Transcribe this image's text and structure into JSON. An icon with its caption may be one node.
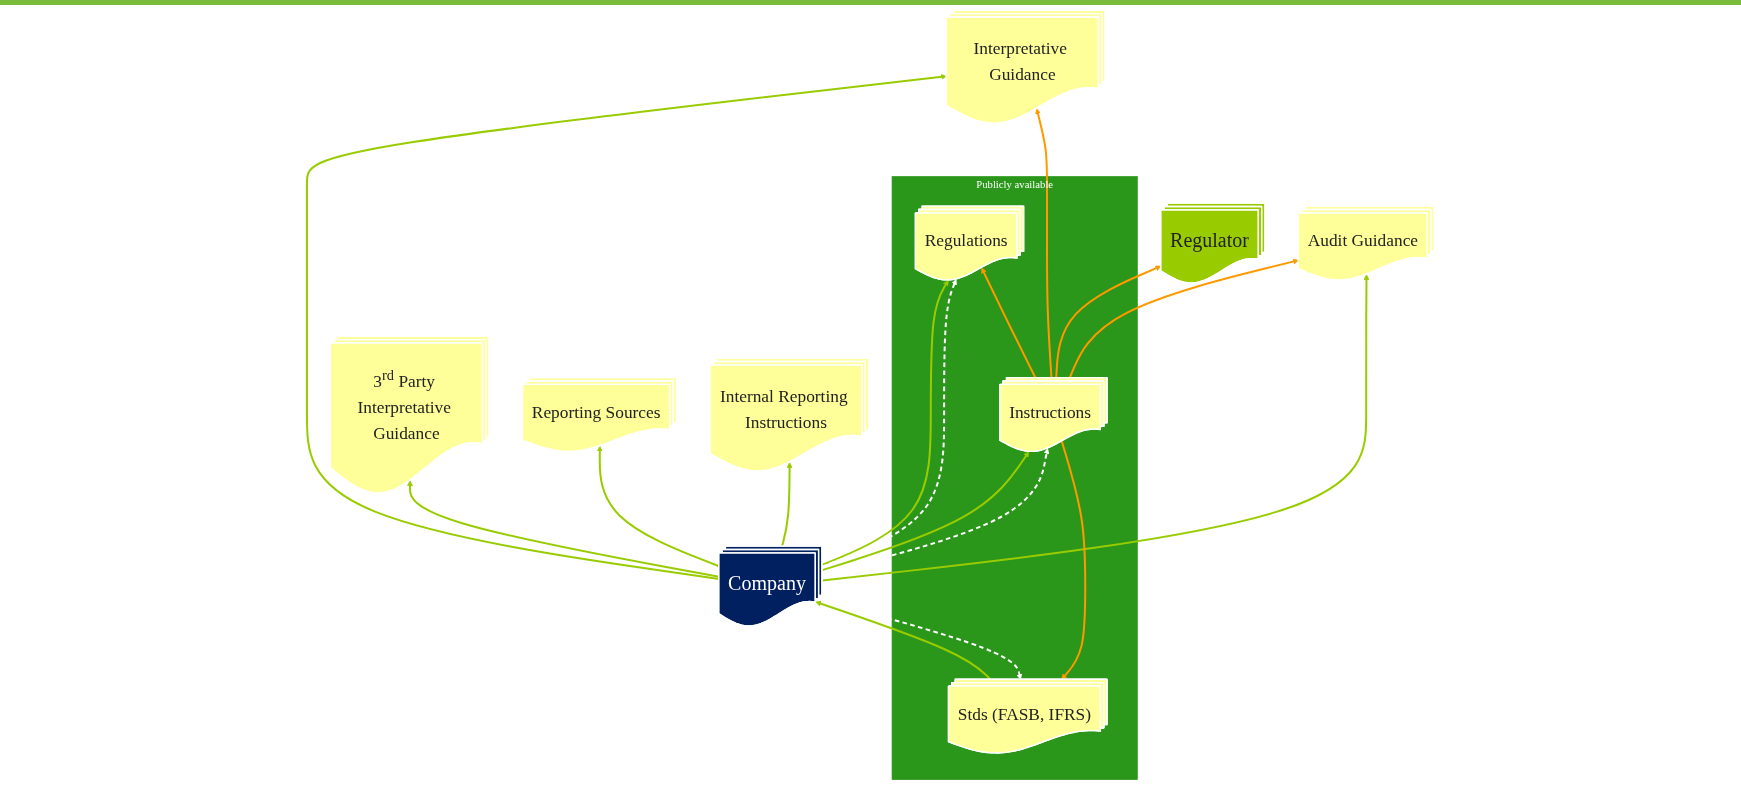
{
  "diagram": {
    "nodes": [
      {
        "text": [
          "Publicly available"
        ]
      },
      {
        "text": [
          "Stds (FASB, IFRS)"
        ],
        "in": 0
      },
      {
        "text": [
          "Regulations"
        ],
        "in": 0
      },
      {
        "text": [
          "Instructions"
        ],
        "in": 0
      },
      {
        "text": [
          "3$^{rd}$ Party Interpretative Guidance"
        ]
      },
      {
        "text": [
          "Reporting Sources"
        ]
      },
      {
        "text": [
          "Internal Reporting Instructions"
        ]
      },
      {
        "text": [
          "Interpretative Guidance"
        ]
      },
      {
        "text": [
          "Audit Guidance"
        ]
      },
      {
        "text": [
          "Company"
        ]
      },
      {
        "text": [
          "Regulator"
        ]
      }
    ],
    "edges": [
      {
        "from": 9,
        "to": 4,
        "arrow": "to"
      },
      {
        "from": 9,
        "to": 5,
        "arrow": "to"
      },
      {
        "from": 9,
        "to": 6,
        "arrow": "to"
      },
      {
        "from": 1,
        "to": 9,
        "arrow": "to"
      },
      {
        "from": 9,
        "to": 2,
        "arrow": "to"
      },
      {
        "from": 9,
        "to": 3,
        "arrow": "to"
      },
      {
        "from": 9,
        "to": 7,
        "arrow": "to"
      },
      {
        "from": 9,
        "to": 8,
        "arrow": "to"
      },
      {
        "from": 9,
        "to": 1,
        "arrow": "to",
        "style": "dashed",
        "color": "#ffffff"
      },
      {
        "from": 9,
        "to": 2,
        "arrow": "to",
        "style": "dashed",
        "color": "#ffffff"
      },
      {
        "from": 9,
        "to": 3,
        "arrow": "to",
        "style": "dashed",
        "color": "#ffffff"
      },
      {
        "from": 3,
        "to": 1,
        "arrow": "to",
        "color": "#ff9900"
      },
      {
        "from": 3,
        "to": 2,
        "arrow": "to",
        "color": "#ff9900"
      },
      {
        "from": 3,
        "to": 7,
        "arrow": "to",
        "color": "#ff9900"
      },
      {
        "from": 3,
        "to": 8,
        "arrow": "to",
        "color": "#ff9900"
      },
      {
        "from": 3,
        "to": 10,
        "arrow": "to",
        "color": "#ff9900"
      }
    ]
  }
}
